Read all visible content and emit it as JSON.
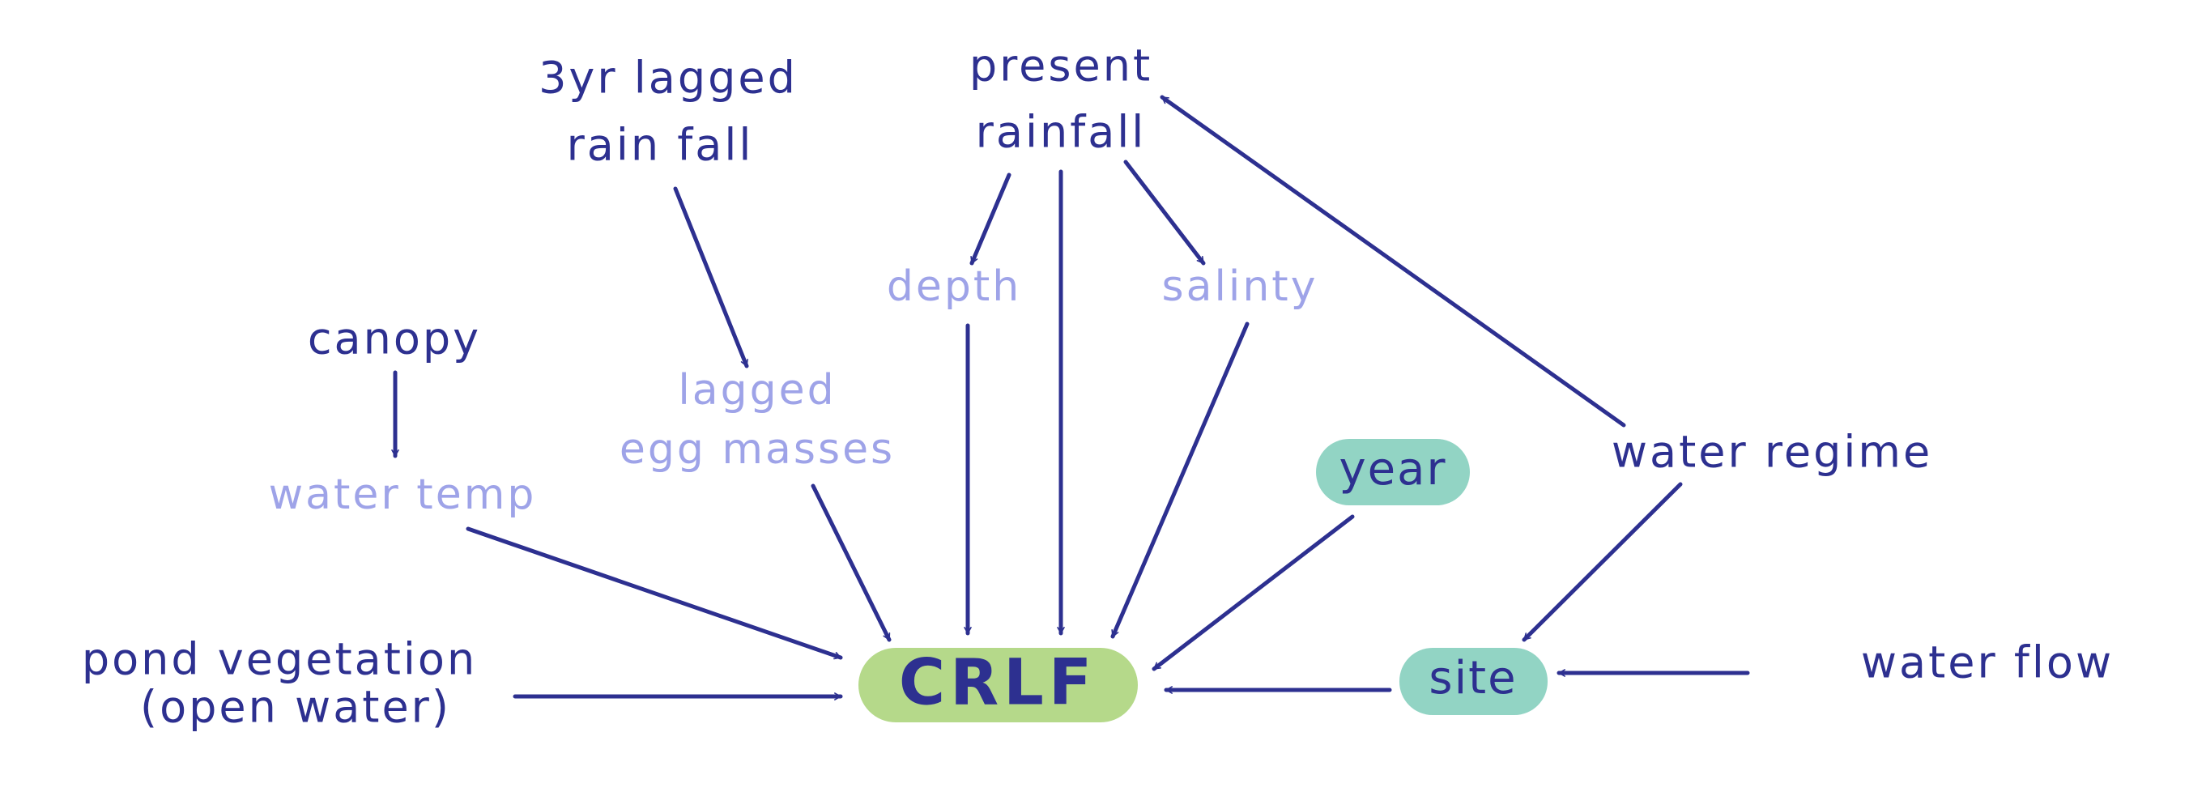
{
  "colors": {
    "dark_ink": "#2d3090",
    "light_ink": "#9ea3e8",
    "crlf_fill": "#b5d98a",
    "teal_fill": "#92d4c4"
  },
  "nodes": {
    "crlf": "CRLF",
    "site": "site",
    "year": "year",
    "present_rainfall_line1": "present",
    "present_rainfall_line2": "rainfall",
    "lagged_rainfall_line1": "3yr lagged",
    "lagged_rainfall_line2": "rain fall",
    "canopy": "canopy",
    "water_temp": "water temp",
    "lagged_egg_masses_line1": "lagged",
    "lagged_egg_masses_line2": "egg masses",
    "depth": "depth",
    "salinity": "salinty",
    "water_regime": "water regime",
    "water_flow": "water  flow",
    "pond_vegetation_line1": "pond  vegetation",
    "pond_vegetation_line2": "(open  water)"
  }
}
